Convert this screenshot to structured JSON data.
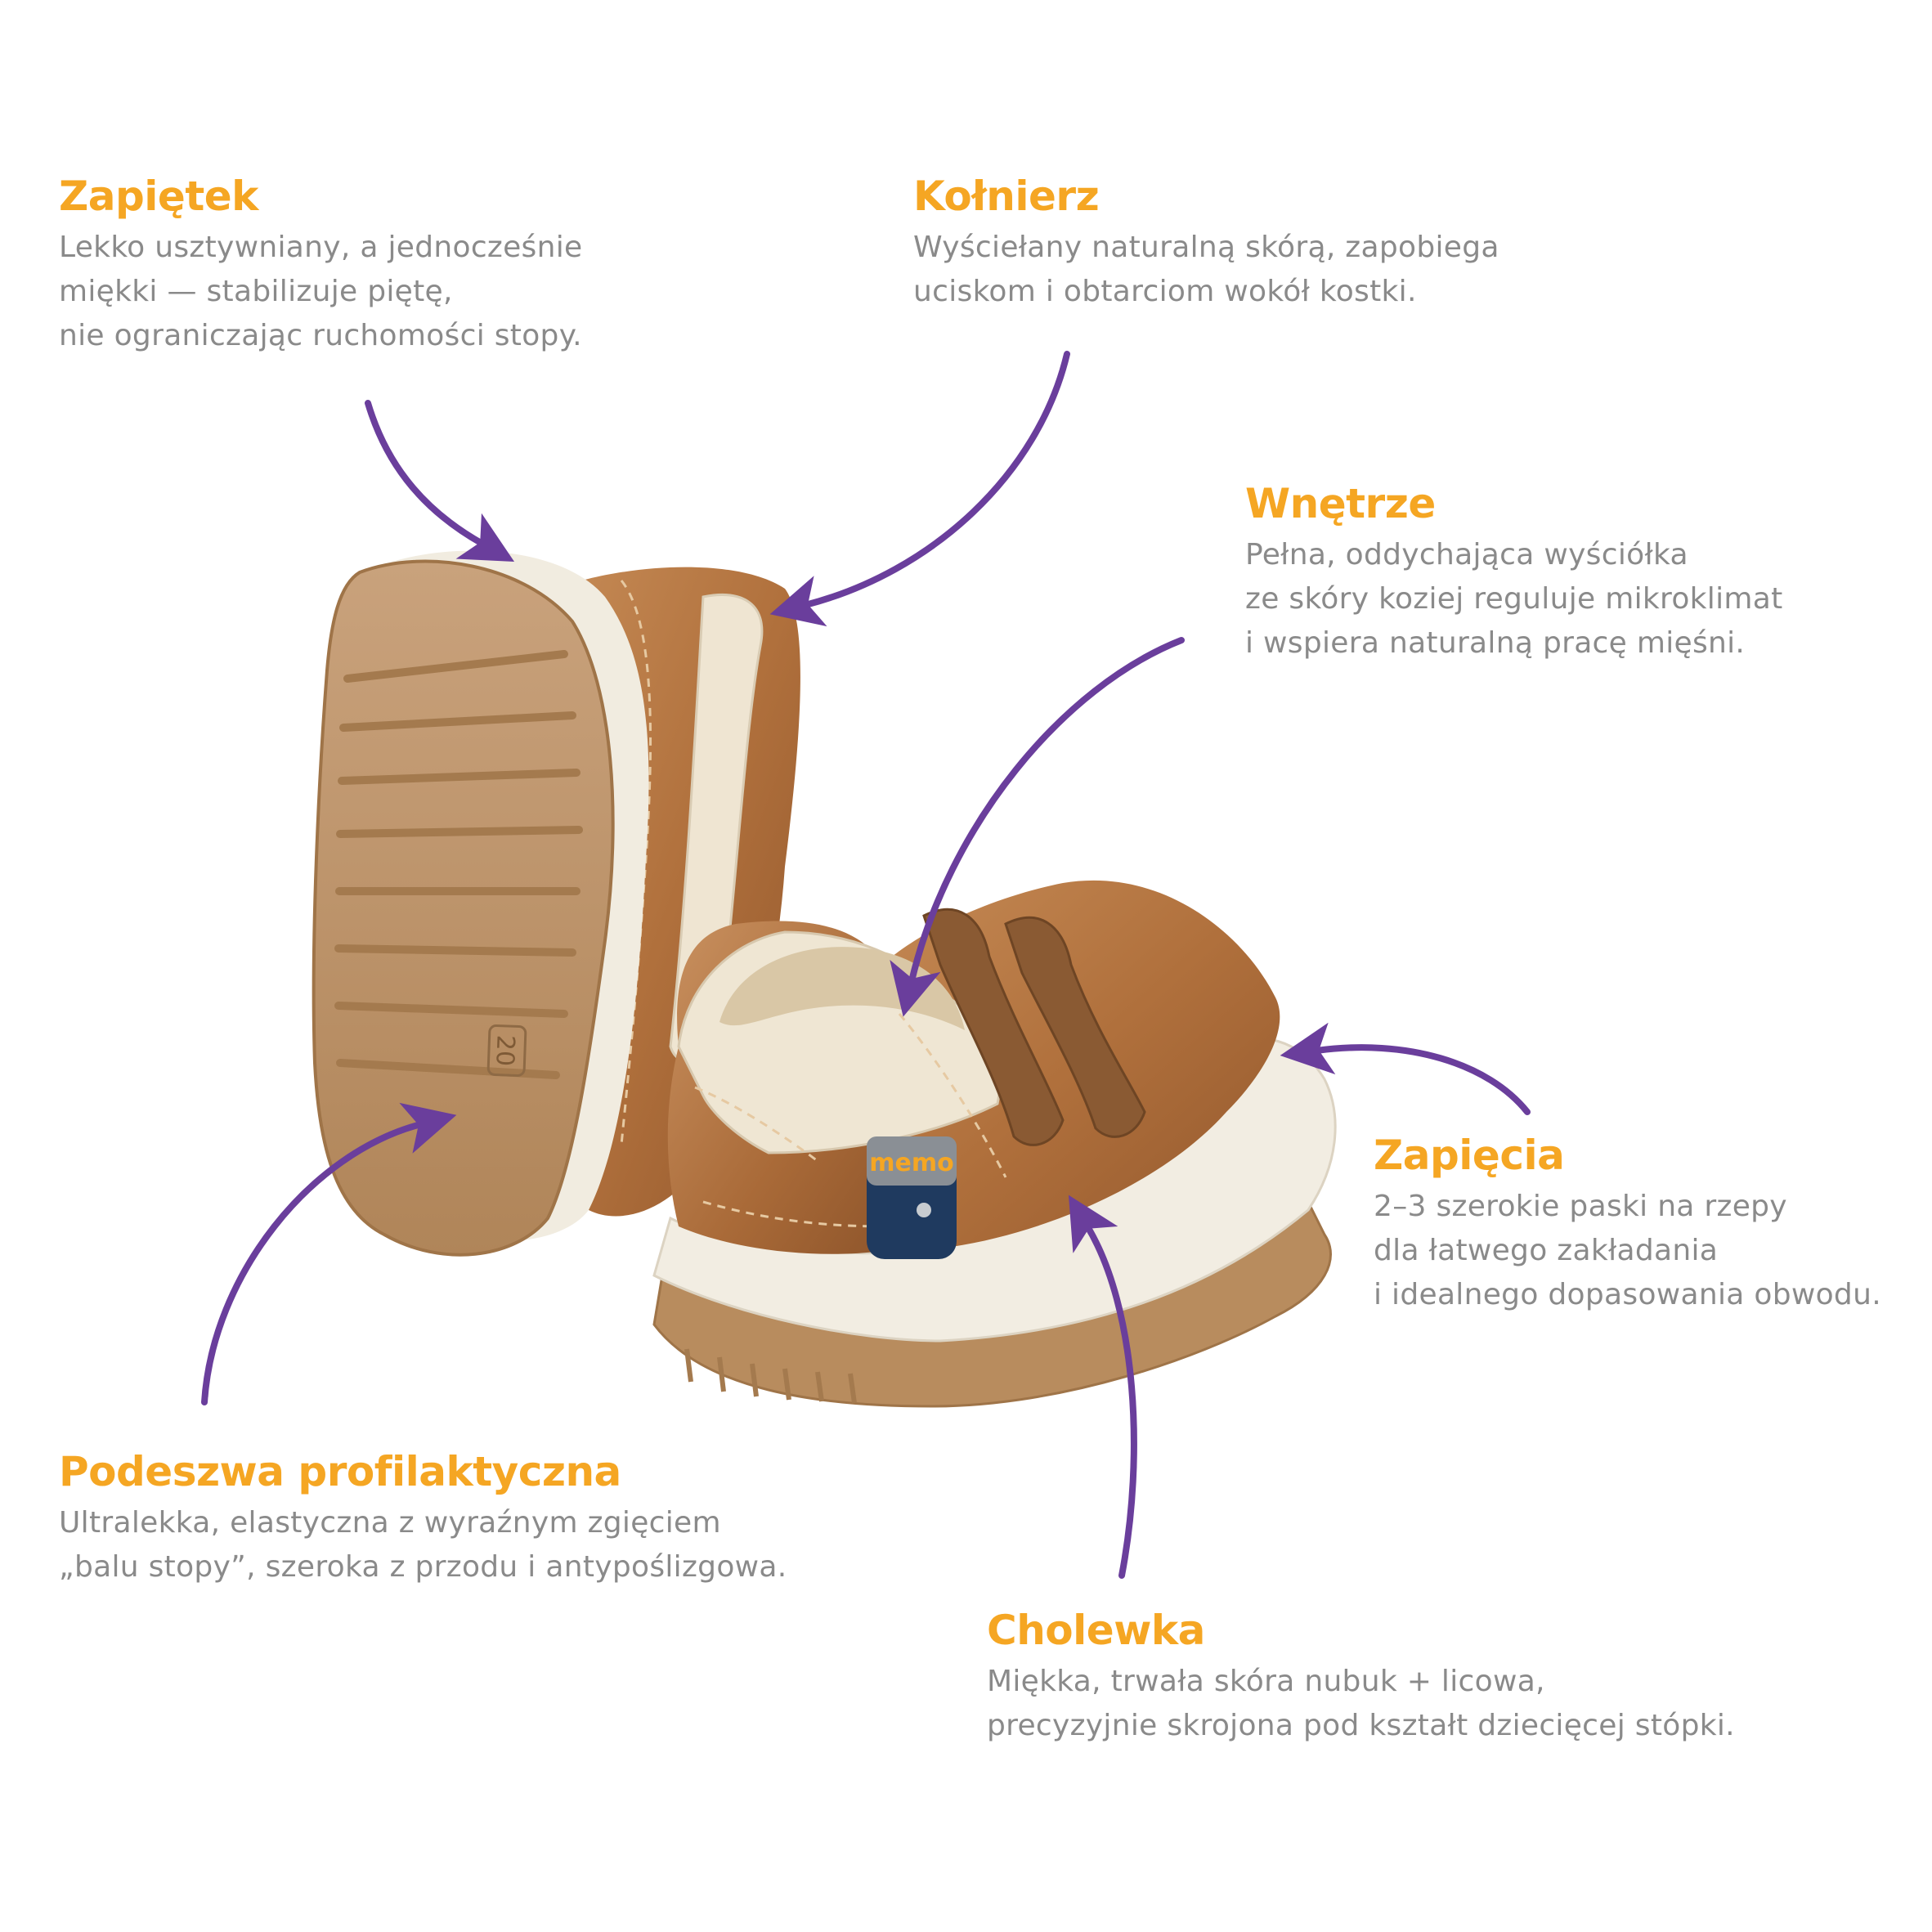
{
  "colors": {
    "heading": "#F5A623",
    "body_text": "#8A8A8A",
    "arrow": "#6A3E9C"
  },
  "callouts": {
    "zapietek": {
      "title": "Zapiętek",
      "lines": [
        "Lekko usztywniany, a jednocześnie",
        "miękki — stabilizuje piętę,",
        "nie ograniczając ruchomości stopy."
      ]
    },
    "kolnierz": {
      "title": "Kołnierz",
      "lines": [
        "Wyściełany naturalną skórą, zapobiega",
        "uciskom i obtarciom wokół kostki."
      ]
    },
    "wnetrze": {
      "title": "Wnętrze",
      "lines": [
        "Pełna, oddychająca wyściółka",
        "ze skóry koziej reguluje mikroklimat",
        "i wspiera naturalną pracę mięśni."
      ]
    },
    "zapiecia": {
      "title": "Zapięcia",
      "lines": [
        "2–3 szerokie paski na rzepy",
        "dla łatwego zakładania",
        "i idealnego dopasowania obwodu."
      ]
    },
    "podeszwa": {
      "title": "Podeszwa profilaktyczna",
      "lines": [
        "Ultralekka, elastyczna z wyraźnym zgięciem",
        "„balu stopy”, szeroka z przodu i antypoślizgowa."
      ]
    },
    "cholewka": {
      "title": "Cholewka",
      "lines": [
        "Miękka, trwała skóra nubuk + licowa,",
        "precyzyjnie skrojona pod kształt dziecięcej stópki."
      ]
    }
  },
  "product": {
    "brand_tag": "memo",
    "sole_size_mark": "20"
  }
}
